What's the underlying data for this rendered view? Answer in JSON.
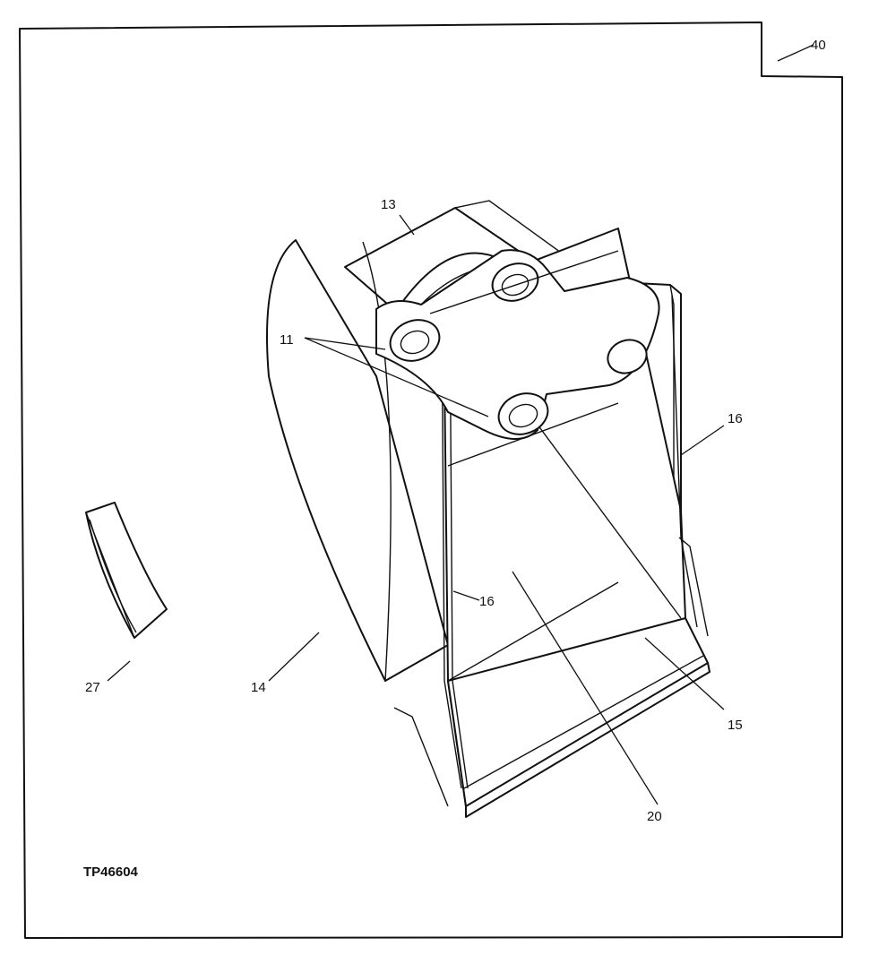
{
  "figure_id": "TP46604",
  "page_tab_label": "40",
  "callouts": {
    "c11": "11",
    "c13": "13",
    "c14": "14",
    "c15": "15",
    "c16_upper": "16",
    "c16_lower": "16",
    "c20": "20",
    "c27": "27"
  }
}
